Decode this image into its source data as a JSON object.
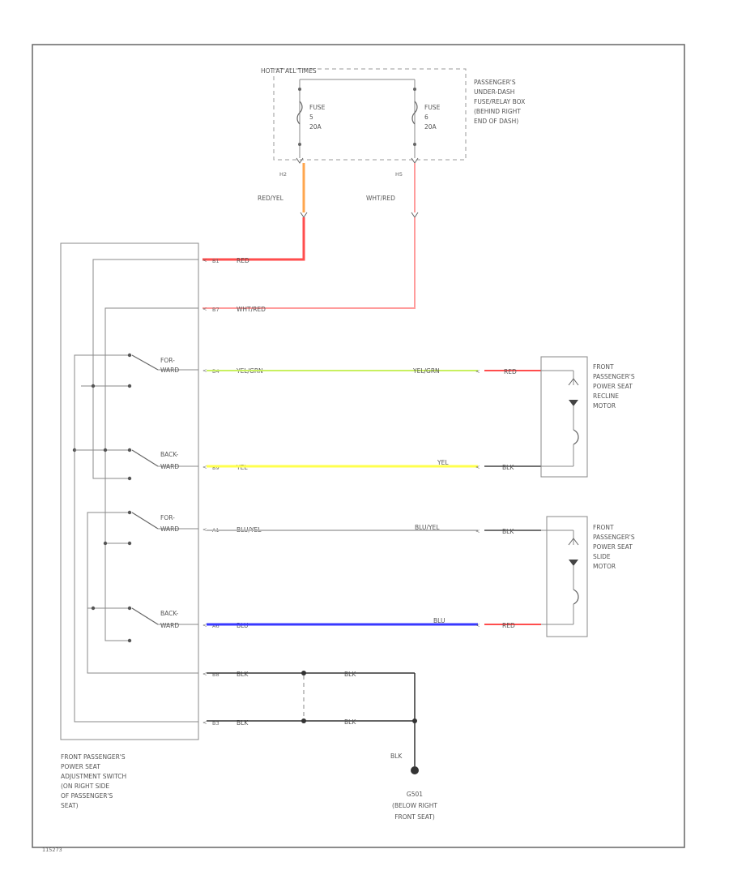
{
  "hot_at_all_times": "HOT AT ALL TIMES",
  "fusebox_label": [
    "PASSENGER'S",
    "UNDER-DASH",
    "FUSE/RELAY BOX",
    "(BEHIND RIGHT",
    "END OF DASH)"
  ],
  "fuse_left": [
    "FUSE",
    "5",
    "20A"
  ],
  "fuse_right": [
    "FUSE",
    "6",
    "20A"
  ],
  "fuse_connectors": {
    "left": "H2",
    "right": "H5"
  },
  "wire_colors": {
    "red_yel": "RED/YEL",
    "wht_red": "WHT/RED",
    "red": "RED",
    "yel_grn": "YEL/GRN",
    "yel": "YEL",
    "blu_yel": "BLU/YEL",
    "blu": "BLU",
    "blk": "BLK"
  },
  "switch_pins": {
    "p1": "B1",
    "p2": "B7",
    "p3": "B4",
    "p4": "B9",
    "p5": "A1",
    "p6": "A6",
    "p7": "B8",
    "p8": "B3"
  },
  "switch_positions": [
    "FOR-WARD",
    "BACK-WARD",
    "FOR-WARD",
    "BACK-WARD"
  ],
  "recline_motor_label": [
    "FRONT",
    "PASSENGER'S",
    "POWER SEAT",
    "RECLINE",
    "MOTOR"
  ],
  "slide_motor_label": [
    "FRONT",
    "PASSENGER'S",
    "POWER SEAT",
    "SLIDE",
    "MOTOR"
  ],
  "switch_label": [
    "FRONT PASSENGER'S",
    "POWER SEAT",
    "ADJUSTMENT SWITCH",
    "(ON RIGHT SIDE",
    "OF PASSENGER'S",
    "SEAT)"
  ],
  "ground_label": [
    "G501",
    "(BELOW RIGHT",
    "FRONT SEAT)"
  ],
  "figure_id": "115273",
  "colors": {
    "red": "#ff4d4d",
    "orange": "#ffa64d",
    "pink": "#ff9c9c",
    "yelgrn": "#c8f060",
    "yellow": "#ffff4d",
    "gray": "#aaaaaa",
    "blue": "#3838ff",
    "black": "#333333"
  }
}
